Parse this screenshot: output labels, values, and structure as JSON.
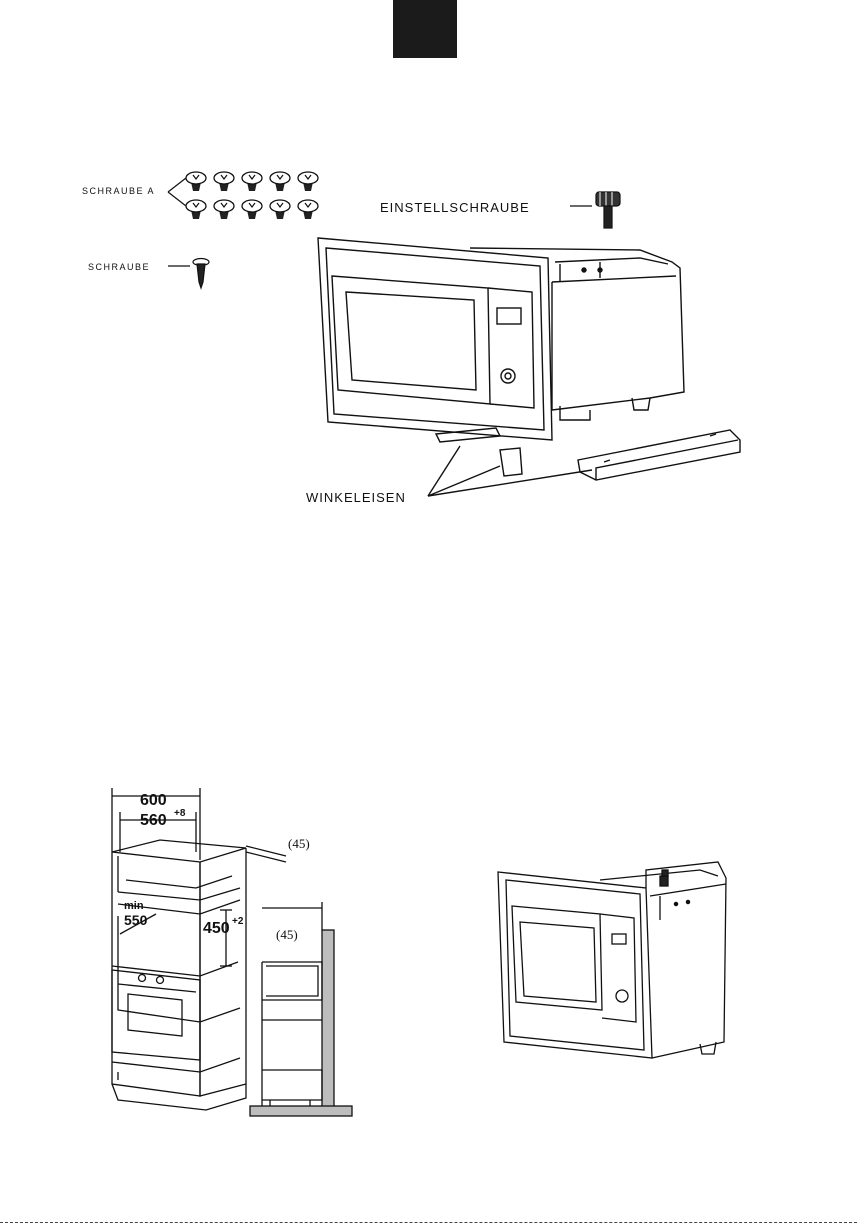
{
  "parts": {
    "screw_a_label": "SCHRAUBE A",
    "screw_label": "SCHRAUBE",
    "adjust_screw_label": "EINSTELLSCHRAUBE",
    "bracket_label": "WINKELEISEN",
    "screw_a_count": 10
  },
  "cabinet_dims": {
    "width_outer": "600",
    "width_inner": "560",
    "width_tolerance": "+8",
    "min_label": "min",
    "depth": "550",
    "height": "450",
    "height_tolerance": "+2",
    "gap_top": "(45)",
    "gap_side": "(45)"
  },
  "colors": {
    "tab": "#1b1b1b",
    "line": "#111111",
    "wall": "#bdbdbd"
  }
}
